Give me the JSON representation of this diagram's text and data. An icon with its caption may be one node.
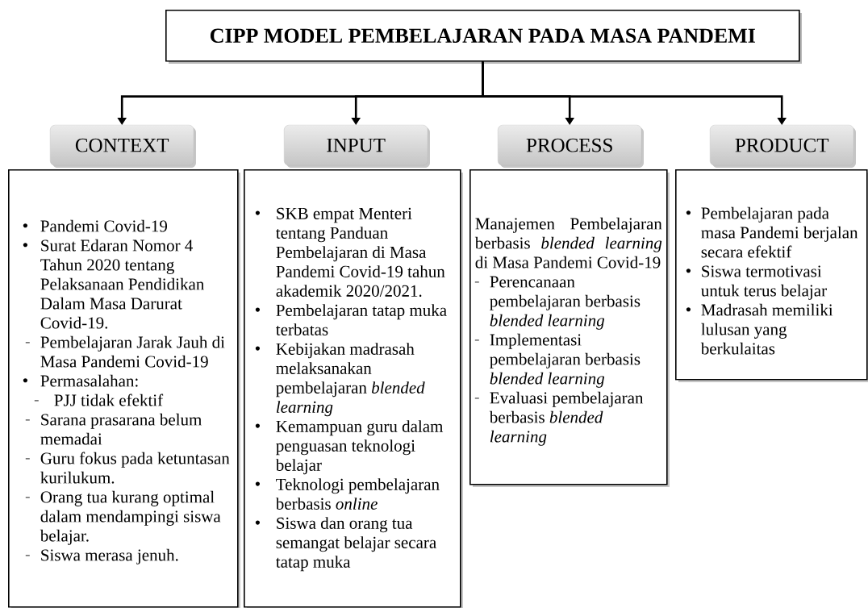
{
  "diagram": {
    "nodes": [
      {
        "text": [
          "CIPP MODEL PEMBELAJARAN PADA MASA PANDEMI"
        ]
      },
      {
        "text": [
          "CONTEXT"
        ]
      },
      {
        "text": [
          "INPUT"
        ]
      },
      {
        "text": [
          "PROCESS"
        ]
      },
      {
        "text": [
          "PRODUCT"
        ]
      },
      {
        "text": [
          "Pandemi Covid-19",
          "Surat Edaran Nomor 4 Tahun 2020 tentang Pelaksanaan Pendidikan Dalam Masa Darurat Covid-19.",
          "Pembelajaran Jarak Jauh di Masa Pandemi Covid-19",
          "Permasalahan:",
          "PJJ tidak efektif",
          "Sarana prasarana belum memadai",
          "Guru fokus pada ketuntasan kurilukum.",
          "Orang tua kurang optimal dalam mendampingi siswa belajar.",
          "Siswa merasa jenuh."
        ]
      },
      {
        "text": [
          "SKB empat Menteri tentang Panduan Pembelajaran di Masa Pandemi Covid-19 tahun akademik 2020/2021.",
          "Pembelajaran tatap muka terbatas",
          "Kebijakan madrasah melaksanakan pembelajaran *blended learning*",
          "Kemampuan guru dalam penguasan teknologi belajar",
          "Teknologi pembelajaran berbasis *online*",
          "Siswa dan orang tua semangat belajar secara tatap muka"
        ]
      },
      {
        "text": [
          "Manajemen Pembelajaran berbasis *blended learning* di Masa Pandemi Covid-19",
          "Perencanaan pembelajaran berbasis *blended learning*",
          "Implementasi pembelajaran berbasis *blended learning*",
          "Evaluasi pembelajaran berbasis *blended learning*"
        ]
      },
      {
        "text": [
          "Pembelajaran pada masa Pandemi berjalan secara efektif",
          "Siswa termotivasi untuk terus belajar",
          "Madrasah memiliki lulusan yang berkulaitas"
        ]
      }
    ],
    "edges": [
      {
        "from": 0,
        "to": 1,
        "arrow": "to"
      },
      {
        "from": 0,
        "to": 2,
        "arrow": "to"
      },
      {
        "from": 0,
        "to": 3,
        "arrow": "to"
      },
      {
        "from": 0,
        "to": 4,
        "arrow": "to"
      }
    ]
  }
}
